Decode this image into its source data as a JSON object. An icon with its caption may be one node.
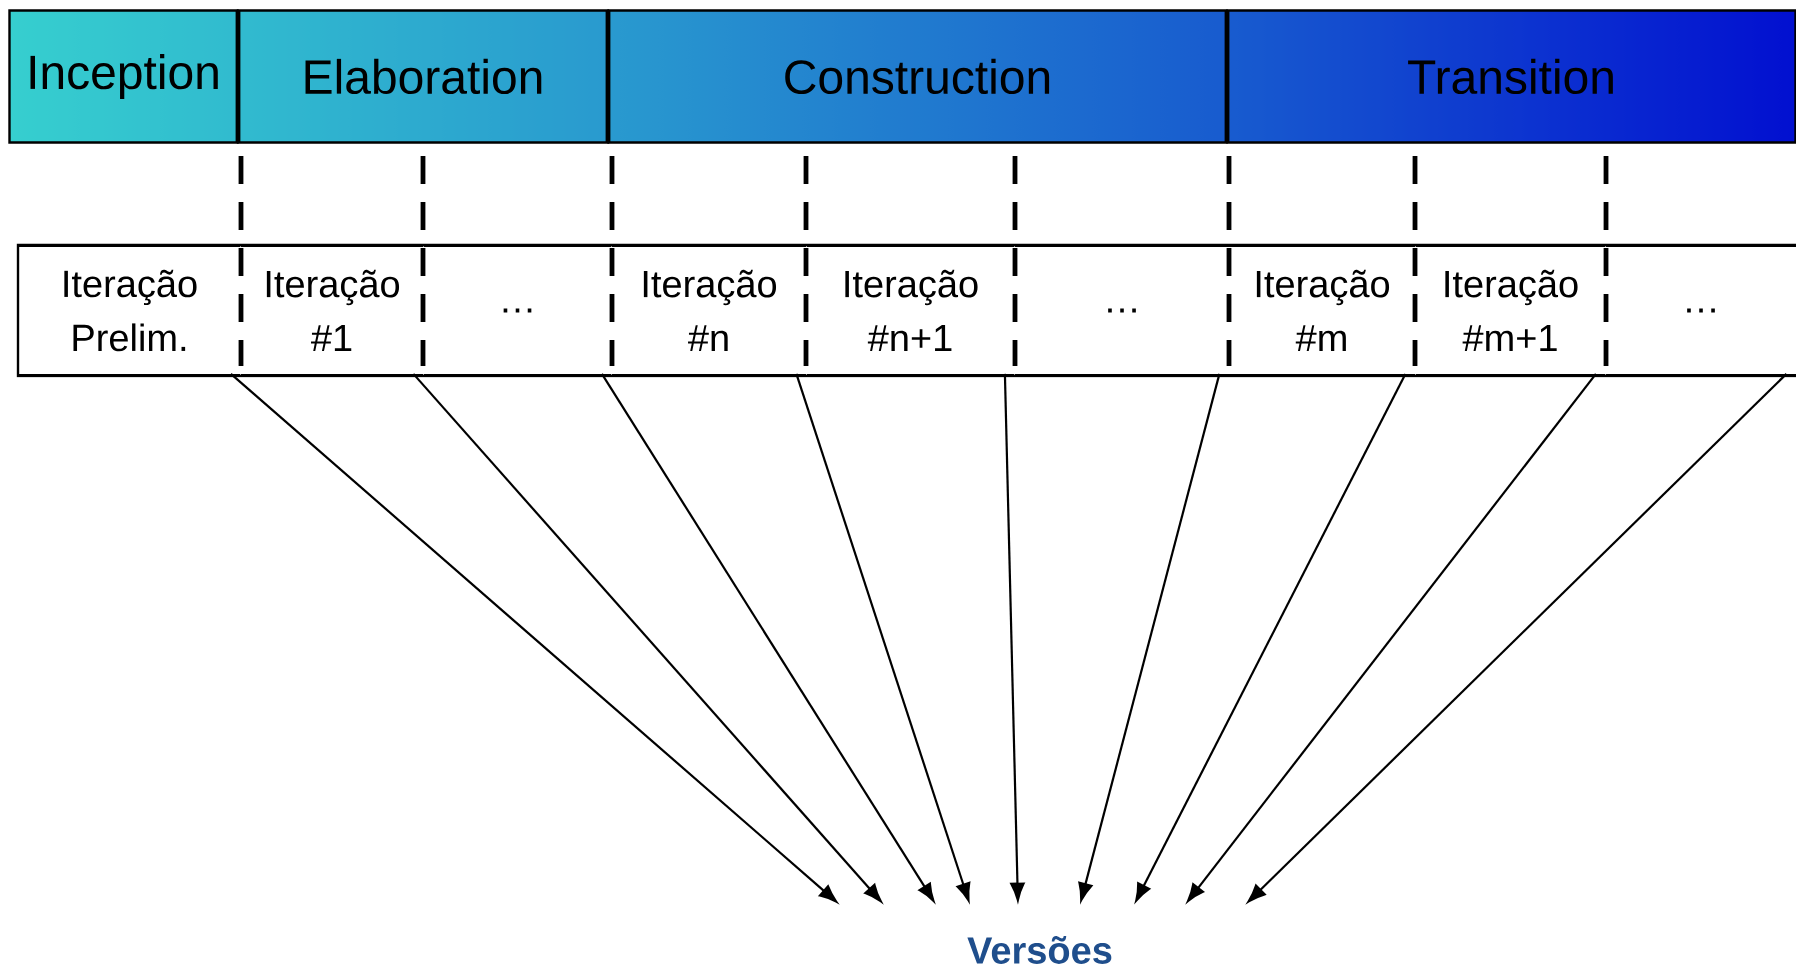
{
  "diagram": {
    "nodes": [
      {
        "text": [
          "Inception"
        ]
      },
      {
        "text": [
          "Elaboration"
        ]
      },
      {
        "text": [
          "Construction"
        ]
      },
      {
        "text": [
          "Transition"
        ]
      },
      {
        "text": [
          "Iteração Prelim."
        ]
      },
      {
        "text": [
          "Iteração #1"
        ]
      },
      {
        "text": [
          "…"
        ]
      },
      {
        "text": [
          "Iteração #n"
        ]
      },
      {
        "text": [
          "Iteração #n+1"
        ]
      },
      {
        "text": [
          "…"
        ]
      },
      {
        "text": [
          "Iteração #m"
        ]
      },
      {
        "text": [
          "Iteração #m+1"
        ]
      },
      {
        "text": [
          "…"
        ]
      },
      {
        "text": [
          "Versões"
        ]
      }
    ],
    "edges": [
      {
        "from": 4,
        "to": 13,
        "arrow": "to"
      },
      {
        "from": 5,
        "to": 13,
        "arrow": "to"
      },
      {
        "from": 6,
        "to": 13,
        "arrow": "to"
      },
      {
        "from": 7,
        "to": 13,
        "arrow": "to"
      },
      {
        "from": 8,
        "to": 13,
        "arrow": "to"
      },
      {
        "from": 9,
        "to": 13,
        "arrow": "to"
      },
      {
        "from": 10,
        "to": 13,
        "arrow": "to"
      },
      {
        "from": 11,
        "to": 13,
        "arrow": "to"
      },
      {
        "from": 12,
        "to": 13,
        "arrow": "to"
      }
    ]
  }
}
